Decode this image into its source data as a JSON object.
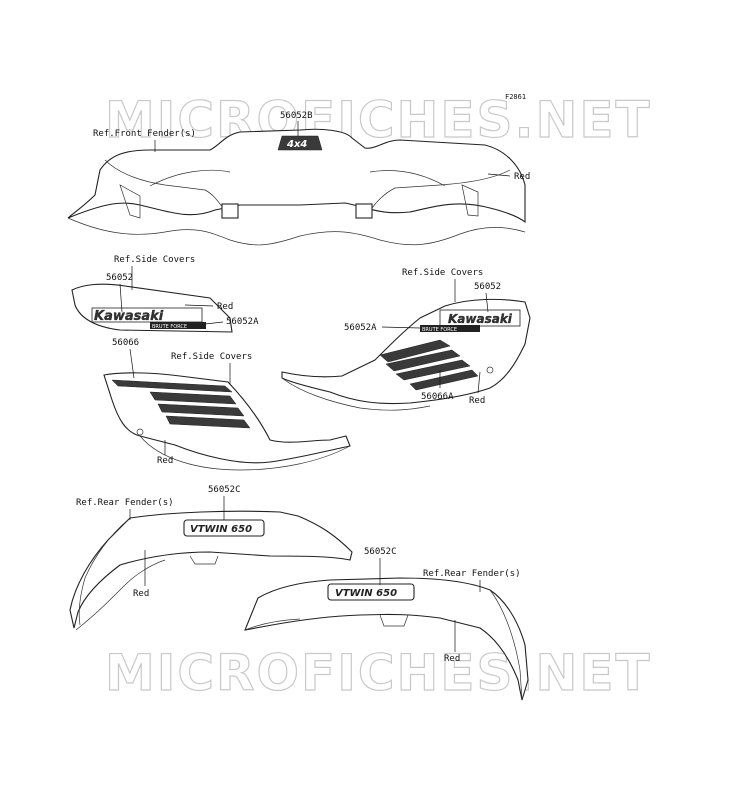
{
  "figure_code": "F2861",
  "watermark": "MICROFICHES.NET",
  "front_fender": {
    "ref_label": "Ref.Front Fender(s)",
    "part_56052B": "56052B",
    "color_label": "Red",
    "decal_text": "4x4"
  },
  "left_side_cover_upper": {
    "ref_label": "Ref.Side Covers",
    "part_56052": "56052",
    "part_56052A": "56052A",
    "color_label": "Red",
    "brand_text": "Kawasaki",
    "sub_text": "BRUTE FORCE"
  },
  "left_side_cover_lower": {
    "ref_label": "Ref.Side Covers",
    "part_56066": "56066",
    "color_label": "Red"
  },
  "right_side_cover": {
    "ref_label": "Ref.Side Covers",
    "part_56052": "56052",
    "part_56052A": "56052A",
    "part_56066A": "56066A",
    "color_label": "Red",
    "brand_text": "Kawasaki",
    "sub_text": "BRUTE FORCE"
  },
  "left_rear_fender": {
    "ref_label": "Ref.Rear Fender(s)",
    "part_56052C": "56052C",
    "color_label": "Red",
    "decal_text": "VTWIN 650"
  },
  "right_rear_fender": {
    "ref_label": "Ref.Rear Fender(s)",
    "part_56052C": "56052C",
    "color_label": "Red",
    "decal_text": "VTWIN 650"
  }
}
